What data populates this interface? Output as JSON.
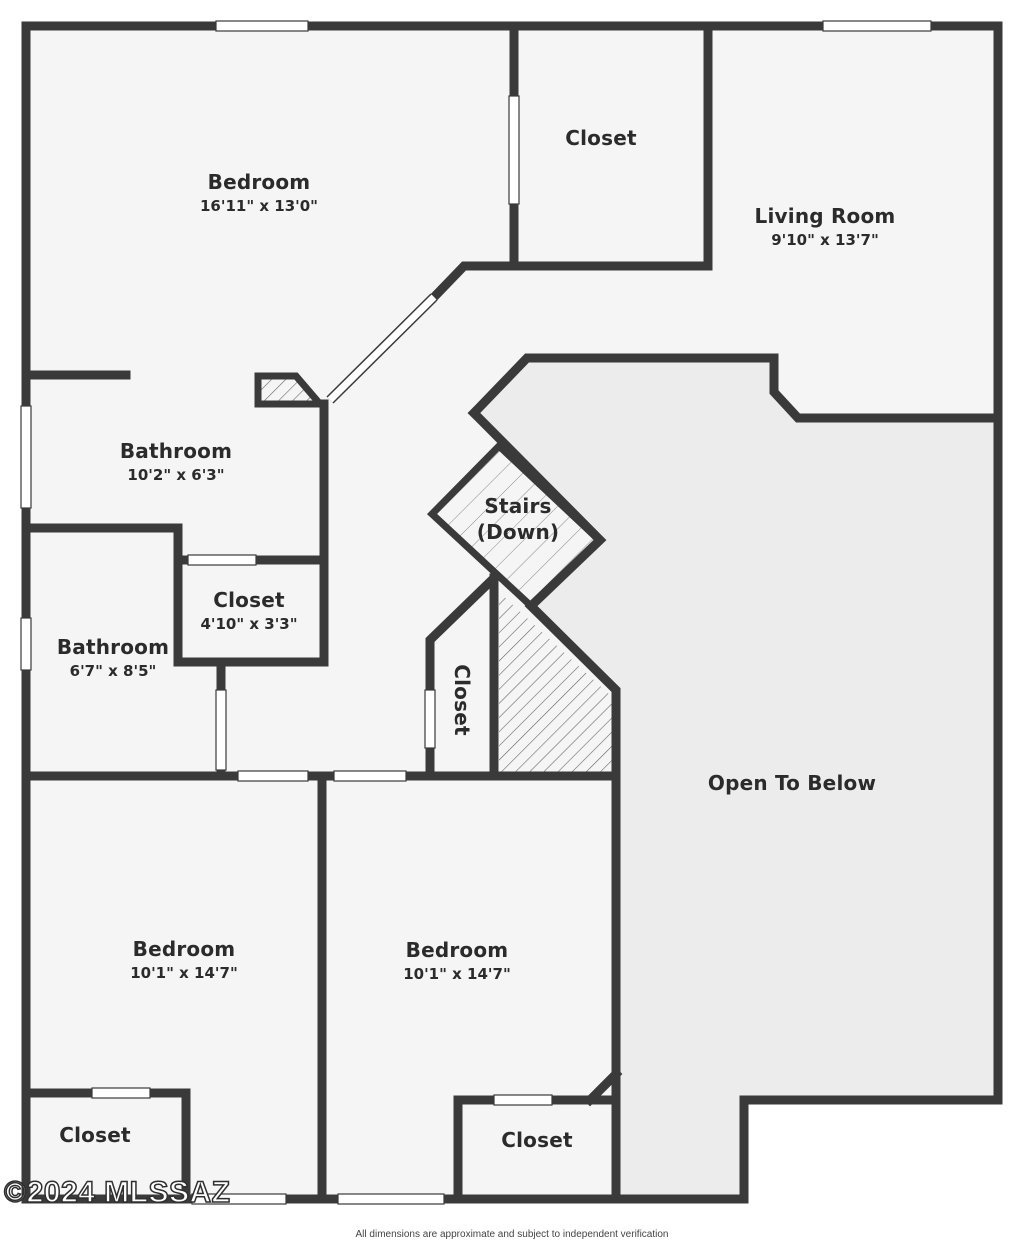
{
  "rooms": {
    "bedroom_main": {
      "name": "Bedroom",
      "dim": "16'11\" x 13'0\""
    },
    "closet_top": {
      "name": "Closet"
    },
    "living_room": {
      "name": "Living Room",
      "dim": "9'10\" x 13'7\""
    },
    "bathroom_1": {
      "name": "Bathroom",
      "dim": "10'2\" x 6'3\""
    },
    "stairs": {
      "name": "Stairs",
      "name2": "(Down)"
    },
    "closet_mid": {
      "name": "Closet",
      "dim": "4'10\" x 3'3\""
    },
    "bathroom_2": {
      "name": "Bathroom",
      "dim": "6'7\" x 8'5\""
    },
    "closet_vert": {
      "name": "Closet"
    },
    "open_to_below": {
      "name": "Open To Below"
    },
    "bedroom_sw": {
      "name": "Bedroom",
      "dim": "10'1\" x 14'7\""
    },
    "bedroom_s": {
      "name": "Bedroom",
      "dim": "10'1\" x 14'7\""
    },
    "closet_sw": {
      "name": "Closet"
    },
    "closet_s": {
      "name": "Closet"
    }
  },
  "footer": {
    "copyright": "©2024 MLSSAZ",
    "disclaimer": "All dimensions are approximate and subject to independent verification"
  },
  "colors": {
    "wall": "#3a3a3a",
    "floor": "#f5f5f5",
    "open_area": "#ececec",
    "hatch": "#555555"
  }
}
